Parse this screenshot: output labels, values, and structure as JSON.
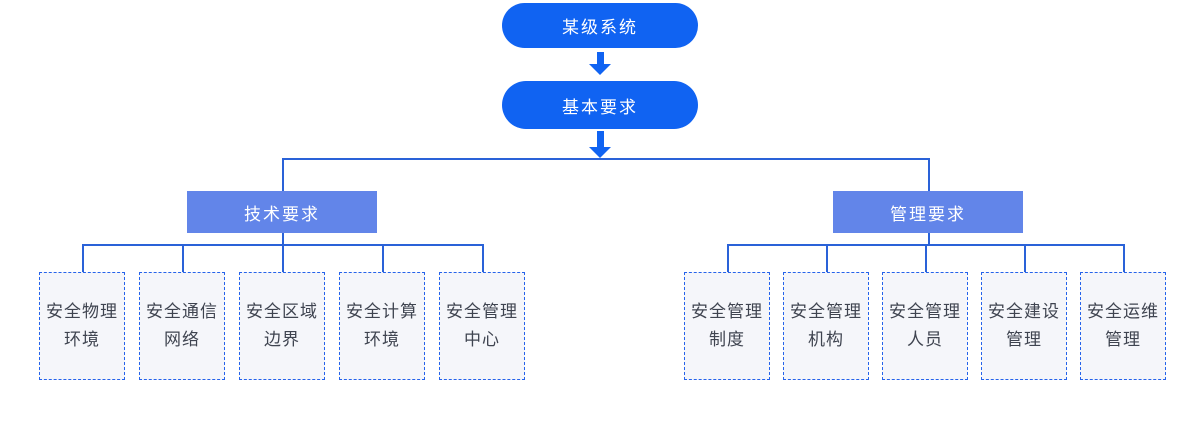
{
  "diagram": {
    "root": {
      "label": "某级系统"
    },
    "basic": {
      "label": "基本要求"
    },
    "branches": [
      {
        "label": "技术要求",
        "children": [
          {
            "line1": "安全物理",
            "line2": "环境"
          },
          {
            "line1": "安全通信",
            "line2": "网络"
          },
          {
            "line1": "安全区域",
            "line2": "边界"
          },
          {
            "line1": "安全计算",
            "line2": "环境"
          },
          {
            "line1": "安全管理",
            "line2": "中心"
          }
        ]
      },
      {
        "label": "管理要求",
        "children": [
          {
            "line1": "安全管理",
            "line2": "制度"
          },
          {
            "line1": "安全管理",
            "line2": "机构"
          },
          {
            "line1": "安全管理",
            "line2": "人员"
          },
          {
            "line1": "安全建设",
            "line2": "管理"
          },
          {
            "line1": "安全运维",
            "line2": "管理"
          }
        ]
      }
    ]
  },
  "colors": {
    "primary_blue": "#1063f2",
    "branch_blue": "#6285e9",
    "connector_blue": "#2a62d8",
    "leaf_border_blue": "#2563eb",
    "leaf_fill": "#f5f6fa",
    "leaf_text": "#3f4450"
  }
}
